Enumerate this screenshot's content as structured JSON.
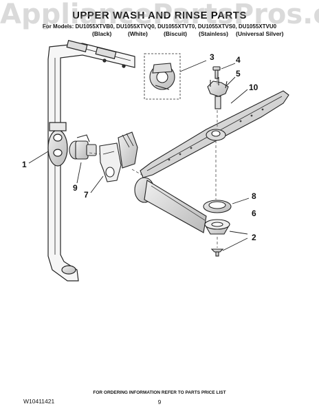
{
  "watermark": "AppliancePartsPros.com",
  "header": {
    "title": "UPPER WASH AND RINSE PARTS",
    "models": "For Models: DU1055XTVB0, DU1055XTVQ0, DU1055XTVT0, DU1055XTVS0, DU1055XTVU0",
    "colors": [
      "(Black)",
      "(White)",
      "(Biscuit)",
      "(Stainless)",
      "(Universal Silver)"
    ]
  },
  "callouts": [
    "1",
    "2",
    "3",
    "4",
    "5",
    "6",
    "7",
    "8",
    "9",
    "10"
  ],
  "footer": {
    "doc_number": "W10411421",
    "ordering_note": "FOR ORDERING INFORMATION REFER TO PARTS PRICE LIST",
    "page": "9"
  }
}
